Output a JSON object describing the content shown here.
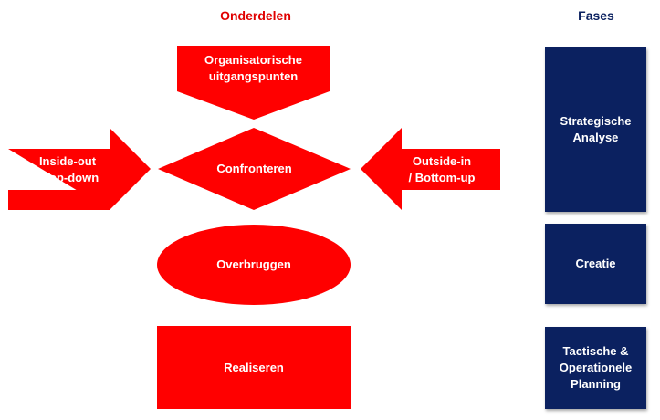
{
  "headers": {
    "components": "Onderdelen",
    "phases": "Fases"
  },
  "components": {
    "top_arrow": "Organisatorische\nuitgangspunten",
    "left_arrow": "Inside-out\n/ Top-down",
    "diamond": "Confronteren",
    "right_arrow": "Outside-in\n/ Bottom-up",
    "ellipse": "Overbruggen",
    "rectangle": "Realiseren"
  },
  "phases": [
    {
      "label": "Strategische\nAnalyse"
    },
    {
      "label": "Creatie"
    },
    {
      "label": "Tactische &\nOperationele\nPlanning"
    }
  ],
  "colors": {
    "red": "#ff0000",
    "navy": "#0b2160"
  }
}
